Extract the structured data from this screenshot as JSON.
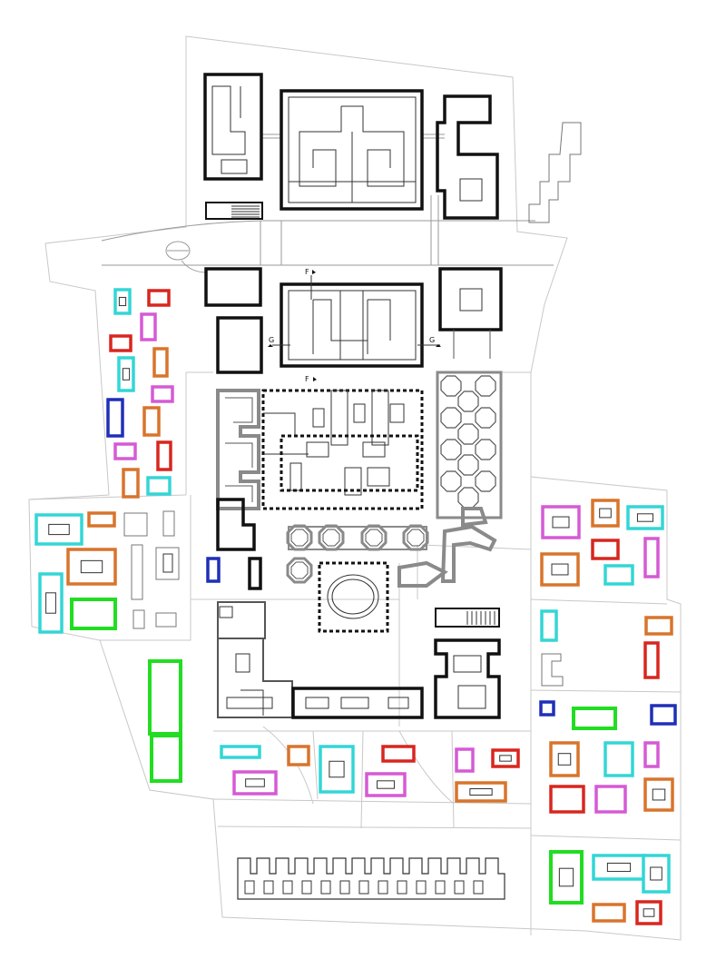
{
  "section_markers": {
    "f_top": "F",
    "f_bottom": "F",
    "g_left": "G",
    "g_right": "G"
  },
  "legend_colors": {
    "cyan": "#33d6d6",
    "magenta": "#d55ad5",
    "red": "#d8261e",
    "orange": "#d9742b",
    "blue": "#1f2fb8",
    "green": "#22dd22"
  }
}
